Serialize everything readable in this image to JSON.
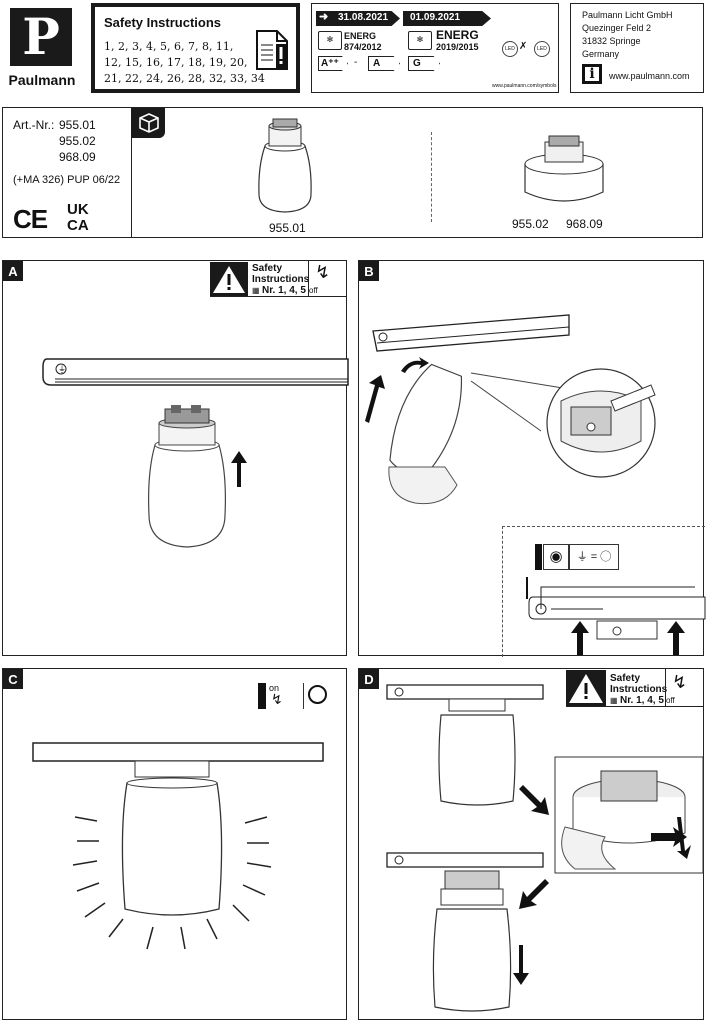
{
  "brand": {
    "logo_letter": "P",
    "name": "Paulmann"
  },
  "safety_header": {
    "title": "Safety Instructions",
    "numbers_line1": "1, 2, 3, 4, 5, 6, 7, 8, 11,",
    "numbers_line2": "12, 15, 16, 17, 18, 19, 20,",
    "numbers_line3": "21, 22, 24, 26, 28, 32, 33, 34"
  },
  "energy": {
    "date1": "31.08.2021",
    "date2": "01.09.2021",
    "energy_word": "ENERG",
    "reg1": "874/2012",
    "reg2": "2019/2015",
    "class1_from": "A⁺⁺",
    "class1_dash": "-",
    "class1_to": "A",
    "class2": "G",
    "led_text": "LED",
    "url": "www.paulmann.com/symbols"
  },
  "company": {
    "name": "Paulmann Licht GmbH",
    "street": "Quezinger Feld 2",
    "city": "31832 Springe",
    "country": "Germany",
    "info_symbol": "i",
    "website": "www.paulmann.com"
  },
  "article": {
    "label": "Art.-Nr.:",
    "numbers": [
      "955.01",
      "955.02",
      "968.09"
    ],
    "note": "(+MA 326) PUP 06/22",
    "ce": "CE",
    "ukca_top": "UK",
    "ukca_bottom": "CA"
  },
  "products": {
    "p1_label": "955.01",
    "p2_label_a": "955.02",
    "p2_label_b": "968.09"
  },
  "panels": {
    "a": {
      "label": "A",
      "safety_line1": "Safety",
      "safety_line2": "Instructions",
      "safety_nr": "Nr. 1, 4, 5",
      "off": "off"
    },
    "b": {
      "label": "B"
    },
    "c": {
      "label": "C",
      "on": "on"
    },
    "d": {
      "label": "D",
      "safety_line1": "Safety",
      "safety_line2": "Instructions",
      "safety_nr": "Nr. 1, 4, 5",
      "off": "off"
    }
  },
  "colors": {
    "ink": "#1a1a1a",
    "gray": "#bdbdbd",
    "light": "#e6e6e6"
  }
}
